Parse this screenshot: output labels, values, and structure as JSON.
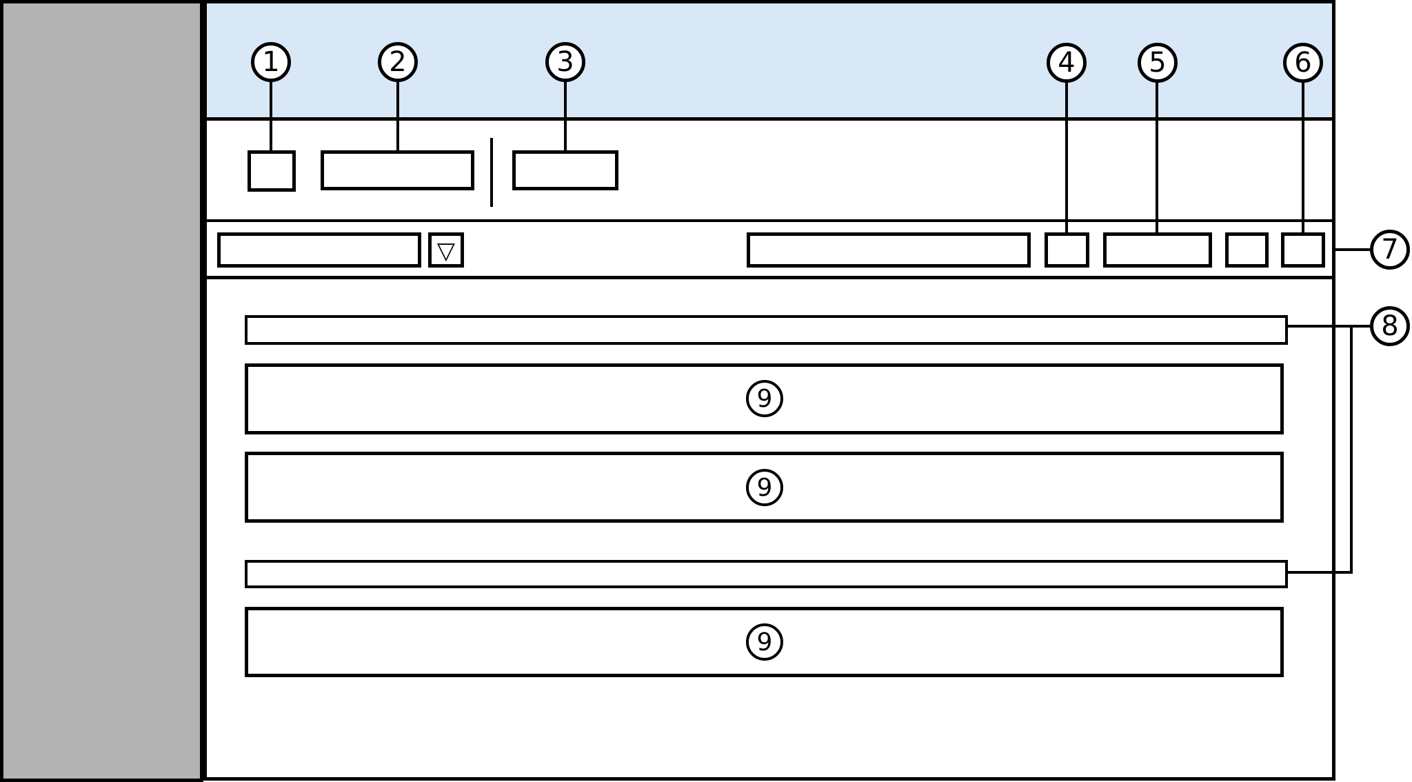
{
  "diagram": {
    "description_labels": {},
    "callouts": {
      "c1": "1",
      "c2": "2",
      "c3": "3",
      "c4": "4",
      "c5": "5",
      "c6": "6",
      "c7": "7",
      "c8": "8",
      "c9": "9"
    },
    "icons": {
      "dropdown_triangle": "▽"
    },
    "colors": {
      "sidebar_gray": "#b3b3b3",
      "header_blue": "#d9e8f6",
      "outline_black": "#000000",
      "surface_white": "#ffffff"
    }
  }
}
